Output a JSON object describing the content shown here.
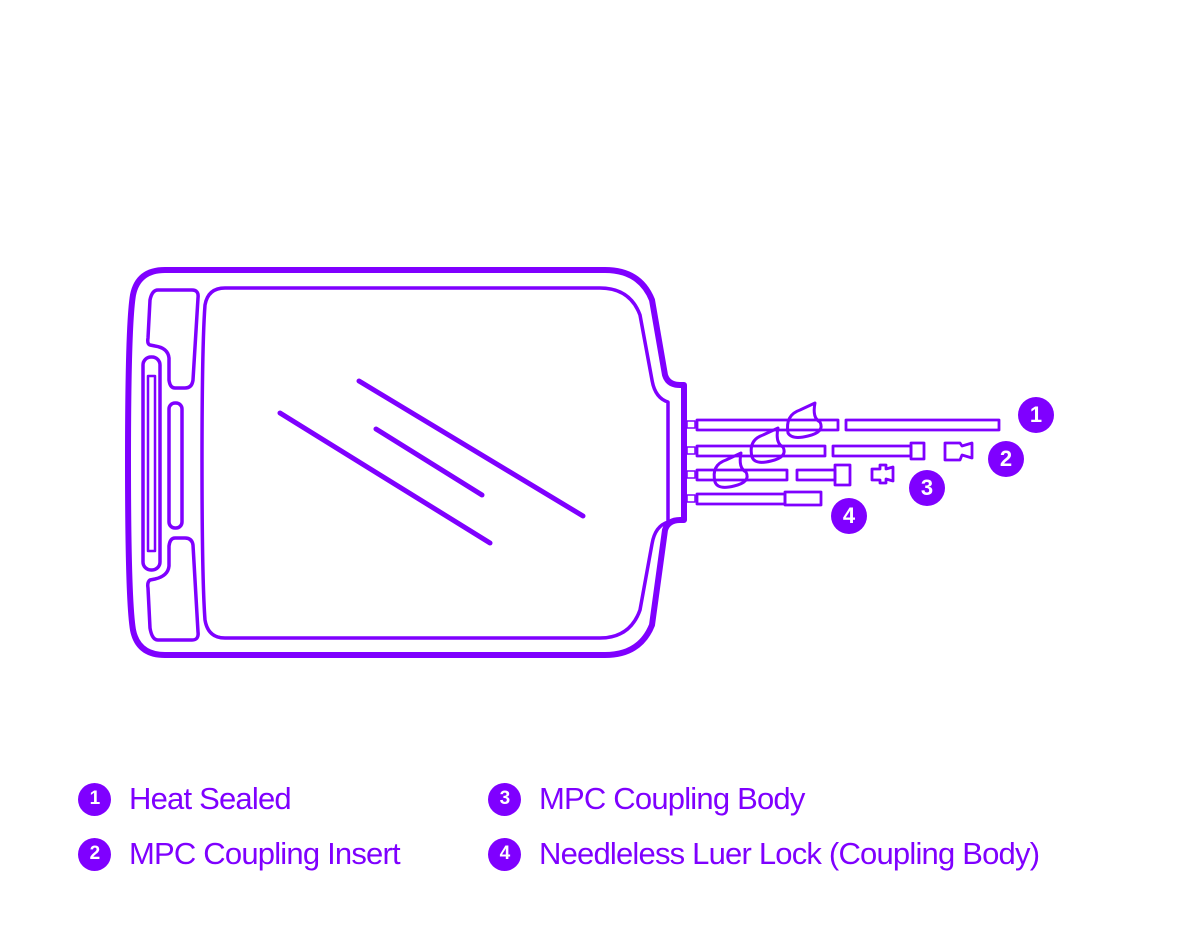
{
  "diagram": {
    "accent_color": "#7f00ff",
    "background_color": "#ffffff",
    "subject": "blood-bag",
    "callouts": [
      {
        "number": "1"
      },
      {
        "number": "2"
      },
      {
        "number": "3"
      },
      {
        "number": "4"
      }
    ]
  },
  "legend": {
    "items": [
      {
        "number": "1",
        "label": "Heat Sealed"
      },
      {
        "number": "2",
        "label": "MPC Coupling Insert"
      },
      {
        "number": "3",
        "label": "MPC Coupling Body"
      },
      {
        "number": "4",
        "label": "Needleless Luer Lock (Coupling Body)"
      }
    ]
  }
}
